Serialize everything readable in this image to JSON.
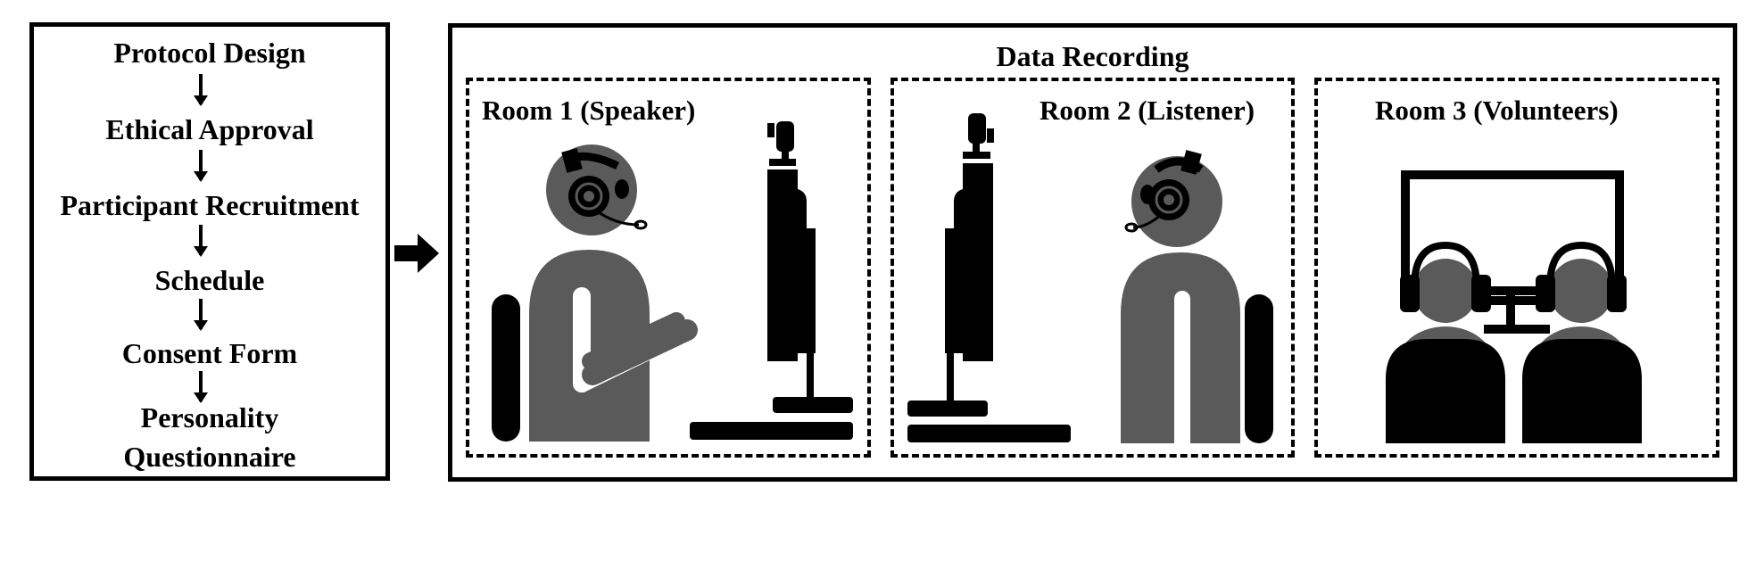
{
  "steps": [
    "Protocol Design",
    "Ethical Approval",
    "Participant Recruitment",
    "Schedule",
    "Consent Form",
    "Personality Questionnaire"
  ],
  "recording": {
    "title": "Data Recording",
    "rooms": [
      {
        "label": "Room 1 (Speaker)"
      },
      {
        "label": "Room 2 (Listener)"
      },
      {
        "label": "Room 3 (Volunteers)"
      }
    ]
  },
  "colors": {
    "figure_gray": "#5a5a5a",
    "ink": "#000000",
    "background": "#ffffff"
  },
  "icons": [
    "down-arrow-icon",
    "right-arrow-icon",
    "speaker-person-icon",
    "listener-person-icon",
    "monitor-icon",
    "microphone-icon",
    "keyboard-icon",
    "chair-icon",
    "headset-icon",
    "volunteers-icon"
  ]
}
